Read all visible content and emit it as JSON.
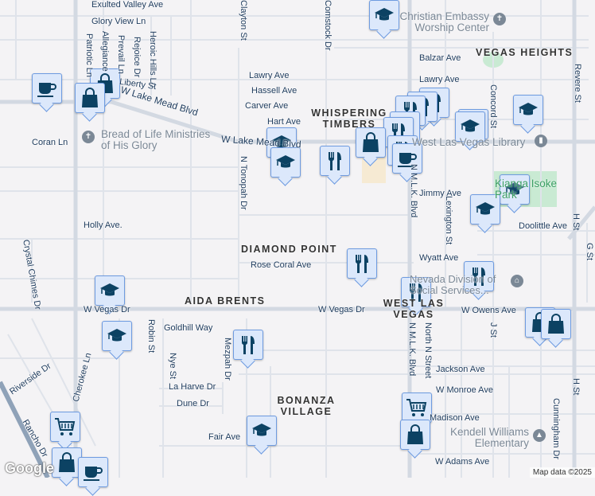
{
  "colors": {
    "marker_fill": "#dce8fb",
    "marker_border": "#6e9be0",
    "icon": "#0c4263",
    "road": "#dfe3ea",
    "park": "#c9ead3"
  },
  "streets": [
    "Exulted Valley Ave",
    "Glory View Ln",
    "Patriotic Ln",
    "Allegiance",
    "Prevail Ln",
    "Rejoice Dr",
    "Heroic Hills Ln",
    "Liberty St",
    "W Lake Mead Blvd",
    "Coran Ln",
    "Holly Ave.",
    "Crystal Chimes Dr",
    "W Vegas Dr",
    "Riverside Dr",
    "Cherokee Ln",
    "Robin St",
    "Goldhill Way",
    "Nye St",
    "Mezpah Dr",
    "N Tonopah Dr",
    "La Harve Dr",
    "Dune Dr",
    "Fair Ave",
    "Rancho Dr",
    "Lawry Ave",
    "Hassell Ave",
    "Carver Ave",
    "Hart Ave",
    "Balzar Ave",
    "Jimmy Ave",
    "Doolittle Ave",
    "Wyatt Ave",
    "W Owens Ave",
    "Jackson Ave",
    "W Monroe Ave",
    "Madison Ave",
    "W Adams Ave",
    "N M.L.K. Blvd",
    "North N Street",
    "J St",
    "Concord St",
    "Lexington St",
    "Revere St",
    "H St",
    "Cunningham Dr",
    "Rose Coral Ave",
    "Comstock Dr",
    "Clayton St",
    "G St",
    "Dune"
  ],
  "neighborhoods": [
    "VEGAS HEIGHTS",
    "WHISPERING TIMBERS",
    "DIAMOND POINT",
    "AIDA BRENTS",
    "WEST LAS VEGAS",
    "BONANZA VILLAGE"
  ],
  "places": {
    "church1": "Bread of Life Ministries of His Glory",
    "church2": "Christian Embassy Worship Center",
    "library": "West Las Vegas Library",
    "park": "Kianga Isoke Park",
    "gov": "Nevada Division of Social Services...",
    "school": "Kendell Williams Elementary"
  },
  "markers": [
    "school",
    "coffee",
    "shopping",
    "shopping",
    "school",
    "school",
    "restaurant",
    "restaurant",
    "restaurant",
    "restaurant",
    "school",
    "school",
    "school",
    "restaurant",
    "restaurant",
    "shopping",
    "restaurant",
    "coffee",
    "school",
    "school",
    "restaurant",
    "restaurant",
    "restaurant",
    "school",
    "school",
    "restaurant",
    "shopping",
    "shopping",
    "cart",
    "shopping",
    "coffee",
    "cart",
    "shopping",
    "school"
  ],
  "branding": {
    "logo": "Google",
    "attribution": "Map data ©2025"
  }
}
